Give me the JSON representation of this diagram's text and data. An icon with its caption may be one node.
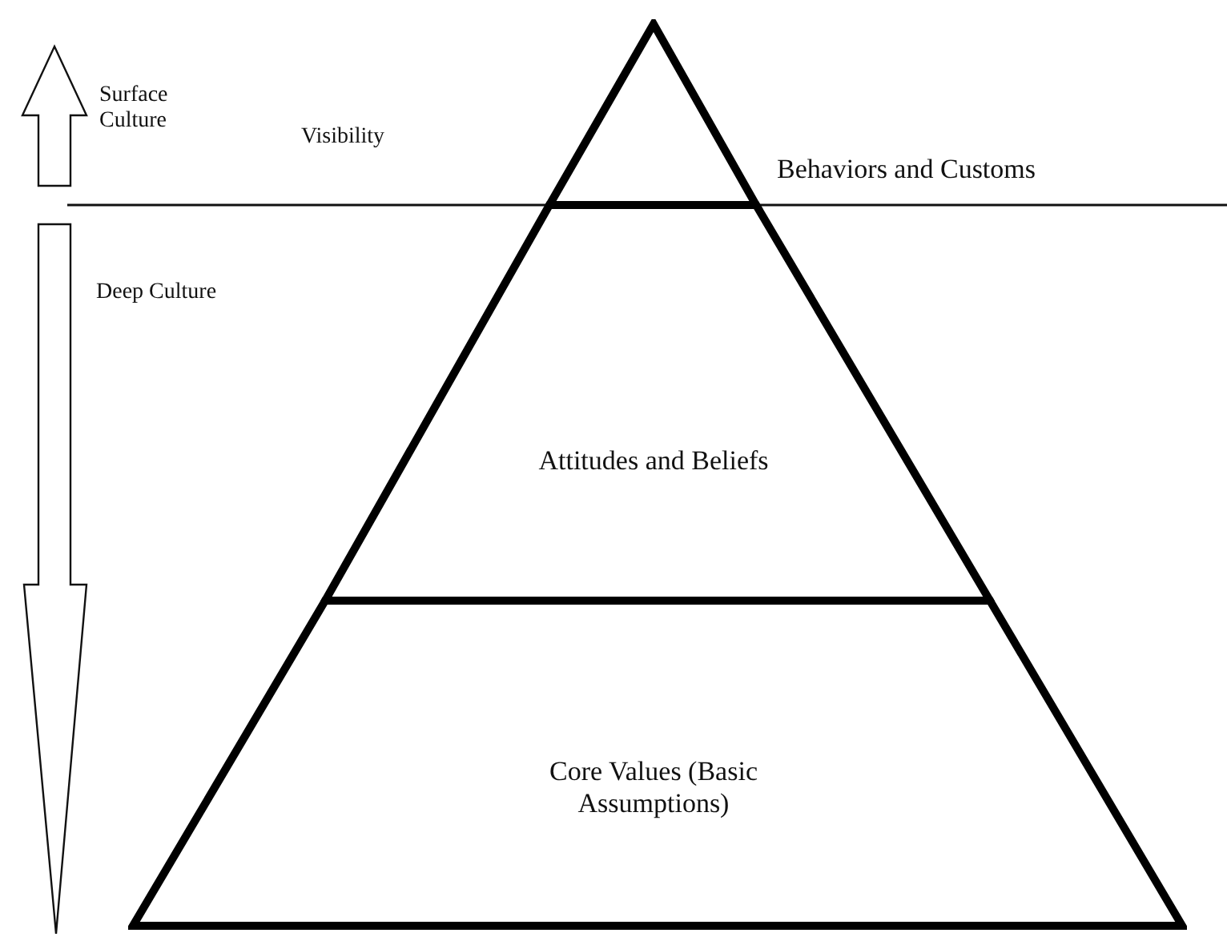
{
  "diagram": {
    "nodes": [
      {
        "text": [
          "Behaviors and Customs"
        ]
      },
      {
        "text": [
          "Attitudes and Beliefs"
        ]
      },
      {
        "text": [
          "Core Values (Basic Assumptions)"
        ]
      }
    ],
    "labels": [
      "Surface Culture",
      "Visibility",
      "Deep Culture"
    ]
  }
}
